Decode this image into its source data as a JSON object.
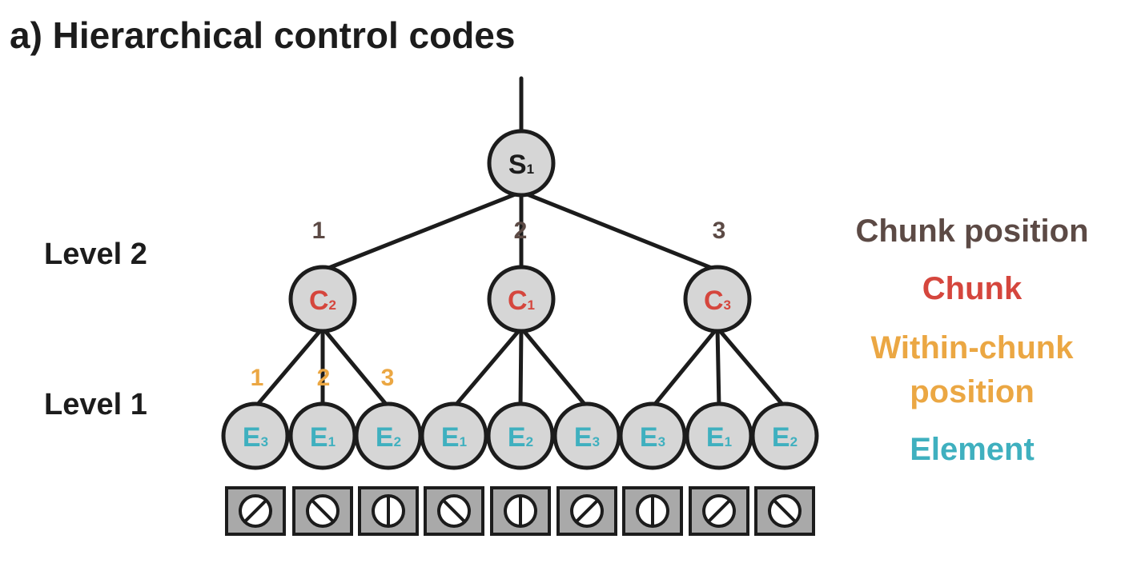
{
  "title": "a) Hierarchical control codes",
  "colors": {
    "black": "#1c1c1c",
    "node_fill": "#d6d6d6",
    "box_fill": "#a9a9a9",
    "chunk_position": "#5c4a45",
    "chunk": "#d5463d",
    "within_chunk_position": "#eba743",
    "element": "#3fb0bf"
  },
  "levels": {
    "level2": "Level 2",
    "level1": "Level 1"
  },
  "legend": {
    "chunk_position": "Chunk position",
    "chunk": "Chunk",
    "within_chunk_line1": "Within-chunk",
    "within_chunk_line2": "position",
    "element": "Element"
  },
  "root": {
    "letter": "S",
    "sub": "1"
  },
  "chunk_positions": [
    "1",
    "2",
    "3"
  ],
  "chunks": [
    {
      "letter": "C",
      "sub": "2"
    },
    {
      "letter": "C",
      "sub": "1"
    },
    {
      "letter": "C",
      "sub": "3"
    }
  ],
  "within_positions": [
    "1",
    "2",
    "3"
  ],
  "elements": [
    {
      "letter": "E",
      "sub": "3"
    },
    {
      "letter": "E",
      "sub": "1"
    },
    {
      "letter": "E",
      "sub": "2"
    },
    {
      "letter": "E",
      "sub": "1"
    },
    {
      "letter": "E",
      "sub": "2"
    },
    {
      "letter": "E",
      "sub": "3"
    },
    {
      "letter": "E",
      "sub": "3"
    },
    {
      "letter": "E",
      "sub": "1"
    },
    {
      "letter": "E",
      "sub": "2"
    }
  ],
  "symbols": [
    "slash-circle-icon",
    "backslash-circle-icon",
    "vertical-circle-icon",
    "backslash-circle-icon",
    "vertical-circle-icon",
    "slash-circle-icon",
    "vertical-circle-icon",
    "slash-circle-icon",
    "backslash-circle-icon"
  ]
}
